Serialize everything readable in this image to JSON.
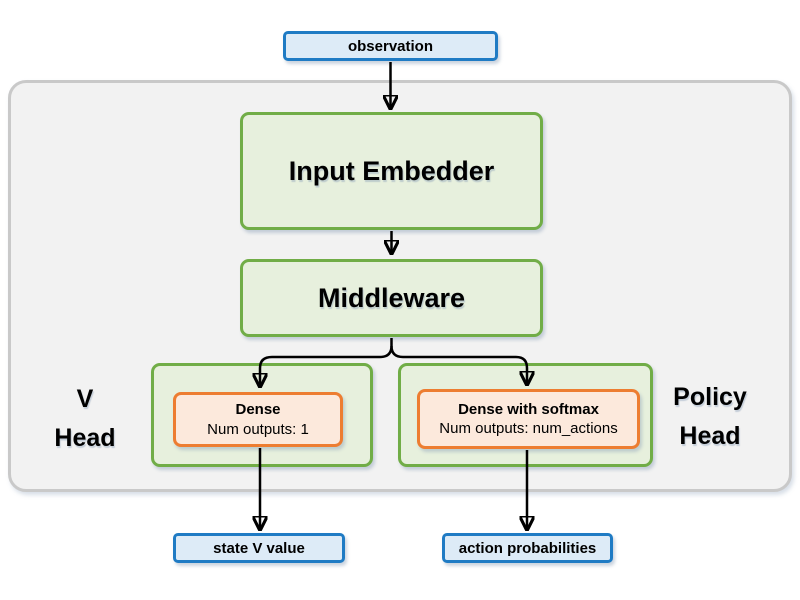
{
  "diagram": {
    "nodes": {
      "observation": {
        "label": "observation"
      },
      "input_embedder": {
        "label": "Input Embedder"
      },
      "middleware": {
        "label": "Middleware"
      },
      "v_head": {
        "line1": "V",
        "line2": "Head"
      },
      "policy_head": {
        "line1": "Policy",
        "line2": "Head"
      },
      "v_dense": {
        "title": "Dense",
        "subtitle": "Num outputs: 1"
      },
      "policy_dense": {
        "title": "Dense with softmax",
        "subtitle": "Num outputs: num_actions"
      },
      "state_v_value": {
        "label": "state V value"
      },
      "action_probabilities": {
        "label": "action probabilities"
      }
    },
    "colors": {
      "background": "#FFFFFF",
      "container_fill": "#F2F2F2",
      "container_border": "#C9C9C9",
      "green_fill": "#E7F0DD",
      "green_border": "#71AD47",
      "blue_fill": "#DDEBF7",
      "blue_border": "#1F7BC4",
      "orange_fill": "#FCE9DC",
      "orange_border": "#ED7D31",
      "arrow": "#000000",
      "text": "#000000"
    }
  }
}
